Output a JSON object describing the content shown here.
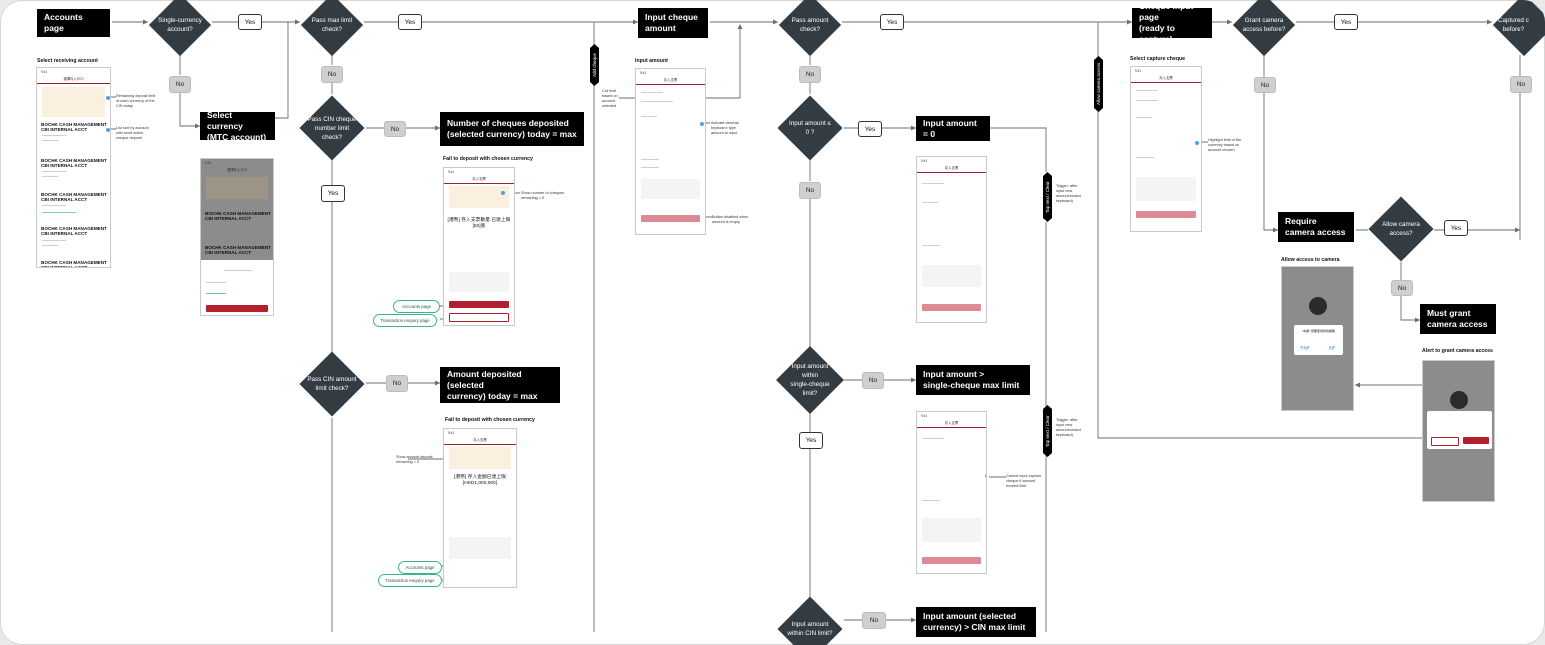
{
  "blocks": {
    "accounts": "Accounts page",
    "select_currency": "Select currency\n(MTC account)",
    "cheques_max": "Number of cheques deposited\n(selected currency) today = max",
    "amount_max": "Amount deposited (selected\ncurrency) today = max",
    "input_cheque": "Input cheque\namount",
    "amount_zero": "Input amount = 0",
    "amount_gt": "Input amount  >\nsingle-cheque max limit",
    "amount_cin": "Input amount  (selected\ncurrency) > CIN max limit",
    "cheque_input": "Cheque input page\n(ready to capture)",
    "require_camera": "Require\ncamera access",
    "must_grant": "Must grant\ncamera access"
  },
  "diamonds": {
    "single_currency": "Single-currency\naccount?",
    "pass_max": "Pass max limit\ncheck?",
    "cin_number": "Pass CIN cheque\nnumber limit\ncheck?",
    "cin_amount": "Pass CIN amount\nlimit check?",
    "pass_amount": "Pass amount\ncheck?",
    "amount_le0": "Input amount  ≤\n0 ?",
    "within_single": "Input amount\nwithin\nsingle-cheque\nlimit?",
    "within_cin": "Input amount\nwithin CIN limit?",
    "grant_before": "Grant camera\naccess before?",
    "allow_camera": "Allow camera\naccess?",
    "captured": "Captured c\nbefore?"
  },
  "labels": {
    "yes": "Yes",
    "no": "No"
  },
  "captions": {
    "select_receiving": "Select receiving account",
    "fail_1": "Fail to deposit with chosen currency",
    "fail_2": "Fail to deposit with chosen currency",
    "input_amount": "Input amount",
    "select_capture": "Select capture cheque",
    "allow_access": "Allow access to camera",
    "alert_grant": "Alert to grant camera access"
  },
  "flags": {
    "add_cheque": "Add cheque",
    "tap_next": "Tap next / Clear",
    "allow_camera": "Allow camera access"
  },
  "links": {
    "accounts_1": "Accounts page",
    "enquiry_1": "Transaction enquiry page",
    "accounts_2": "Accounts page",
    "enquiry_2": "Transaction enquiry page"
  },
  "notes": {
    "n1": "Remaining deposit limit\nof each currency of the\nCIN today",
    "n2": "List sort by account\nwith most online\ncheque deposit",
    "n3": "Show number of cheques\nremaining = 0",
    "n4": "Show amount deposit\nremaining = 0",
    "n5": "Cut limit\nbased on\naccount\nselected",
    "n6": "Activate decimal\nkeyboard; type\namount to input",
    "n7": "Button disabled when\namount is empty",
    "n8": "Trigger: after\ninput new\namount/closed\nkeyboard)",
    "n9": "Trigger: after\ninput new\namount/closed\nkeyboard)",
    "n10": "Cannot input capture\ncheque if amount\nexceed limit",
    "n11": "Highlight limit of the\ncurrency based on\naccount chosen"
  },
  "phone_text": {
    "status": "9:41",
    "title_select": "選擇存入戶口",
    "title_input": "存入支票",
    "acct": "BOCHK CASH MANAGEMENT CBI\nINTERNAL ACCT",
    "msg_cheques": "[港幣] 存入支票數量\n已達上限[50]張",
    "msg_amount": "[港幣] 存入金額已達上限\n[HKD1,000,000]",
    "camera_prompt": "\"中銀\" 想要使用你的相機",
    "allow": "允許",
    "deny": "不允許"
  },
  "colors": {
    "accent": "#b21f2d",
    "diamond": "#333c43",
    "link": "#39b58a",
    "block": "#000000"
  }
}
